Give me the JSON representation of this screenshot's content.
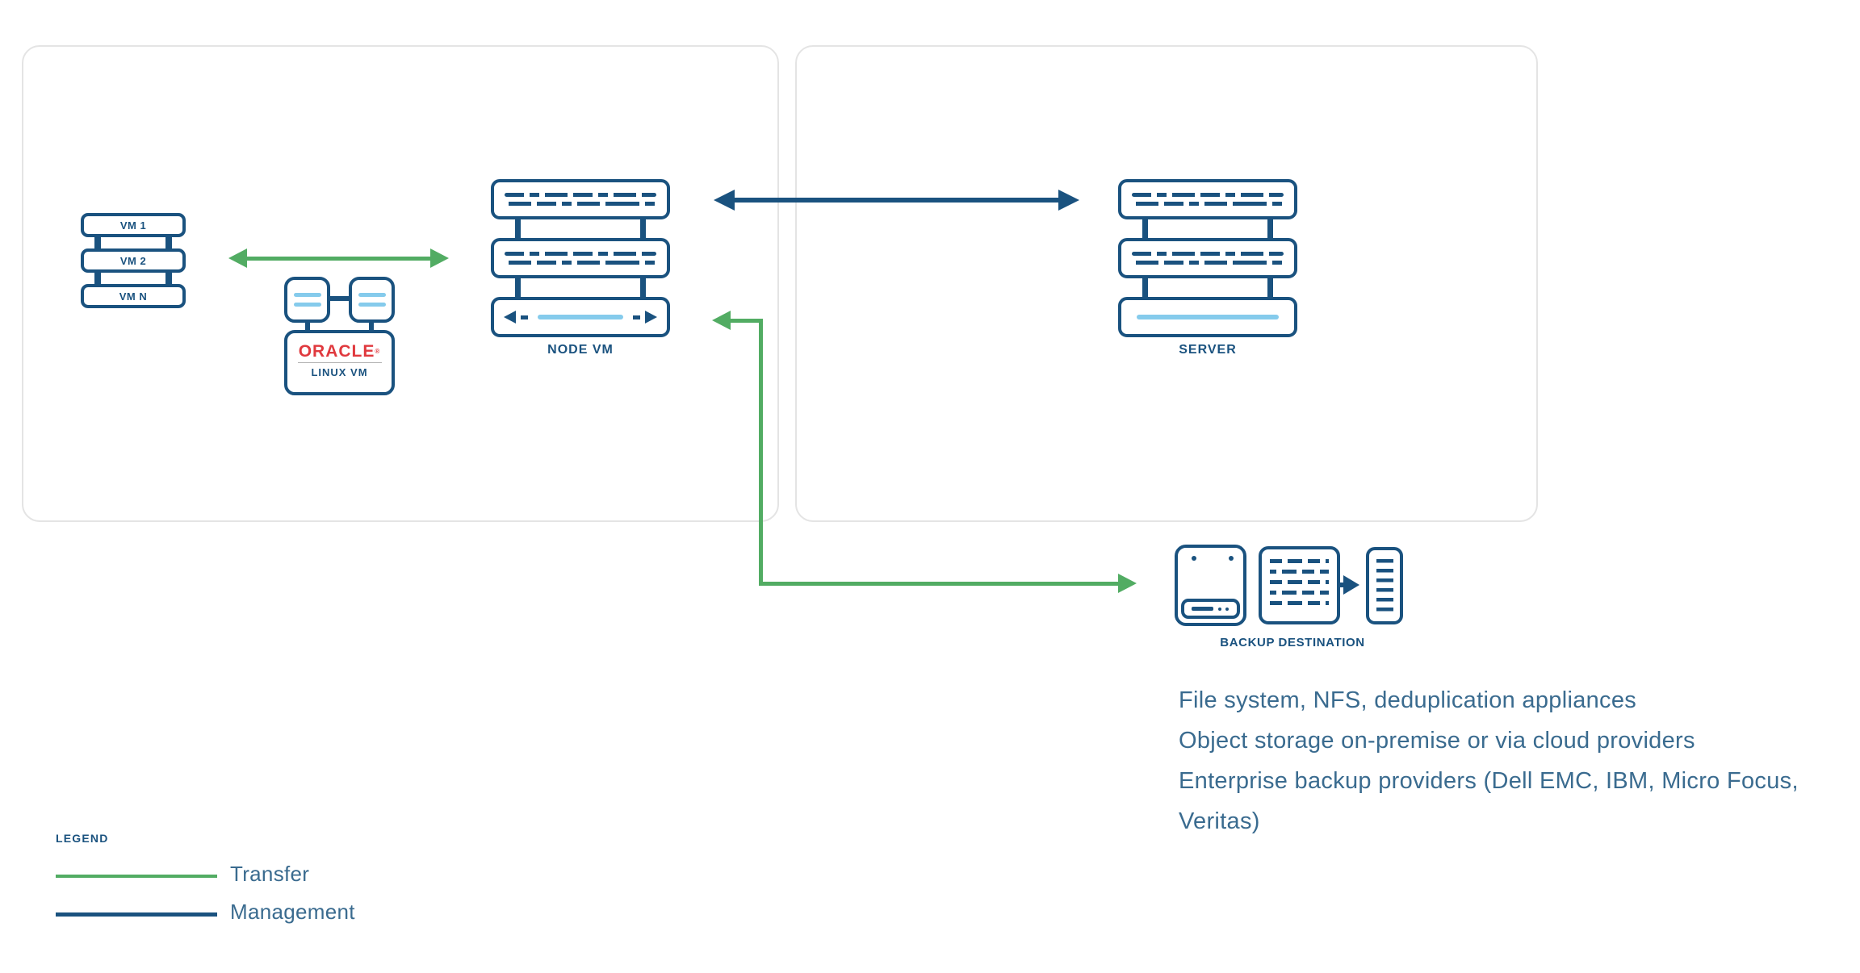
{
  "diagram": {
    "left_panel": {
      "vm_stack": {
        "vms": [
          "VM 1",
          "VM 2",
          "VM N"
        ]
      },
      "oracle_vm": {
        "brand": "ORACLE",
        "mark": "®",
        "label": "LINUX VM"
      },
      "node_vm": {
        "label": "NODE VM"
      }
    },
    "right_panel": {
      "server": {
        "label": "SERVER"
      }
    },
    "backup_destination": {
      "label": "BACKUP DESTINATION",
      "notes": [
        "File system, NFS, deduplication appliances",
        "Object storage on-premise or via cloud providers",
        "Enterprise backup providers (Dell EMC, IBM, Micro Focus, Veritas)"
      ]
    },
    "legend": {
      "title": "LEGEND",
      "items": [
        {
          "label": "Transfer",
          "color": "#52AC63"
        },
        {
          "label": "Management",
          "color": "#1A527F"
        }
      ]
    },
    "colors": {
      "navy": "#1A527F",
      "green": "#52AC63",
      "light_blue": "#85CBEC",
      "text_blue": "#3A6B8F",
      "oracle_red": "#E0393E",
      "panel_border": "#E4E4E4"
    }
  }
}
